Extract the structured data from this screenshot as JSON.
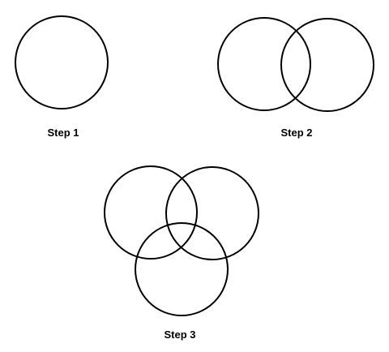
{
  "steps": [
    {
      "label": "Step 1",
      "circle_count": 1
    },
    {
      "label": "Step 2",
      "circle_count": 2
    },
    {
      "label": "Step 3",
      "circle_count": 3
    }
  ],
  "colors": {
    "stroke": "#000000",
    "background": "#ffffff",
    "text": "#000000"
  }
}
